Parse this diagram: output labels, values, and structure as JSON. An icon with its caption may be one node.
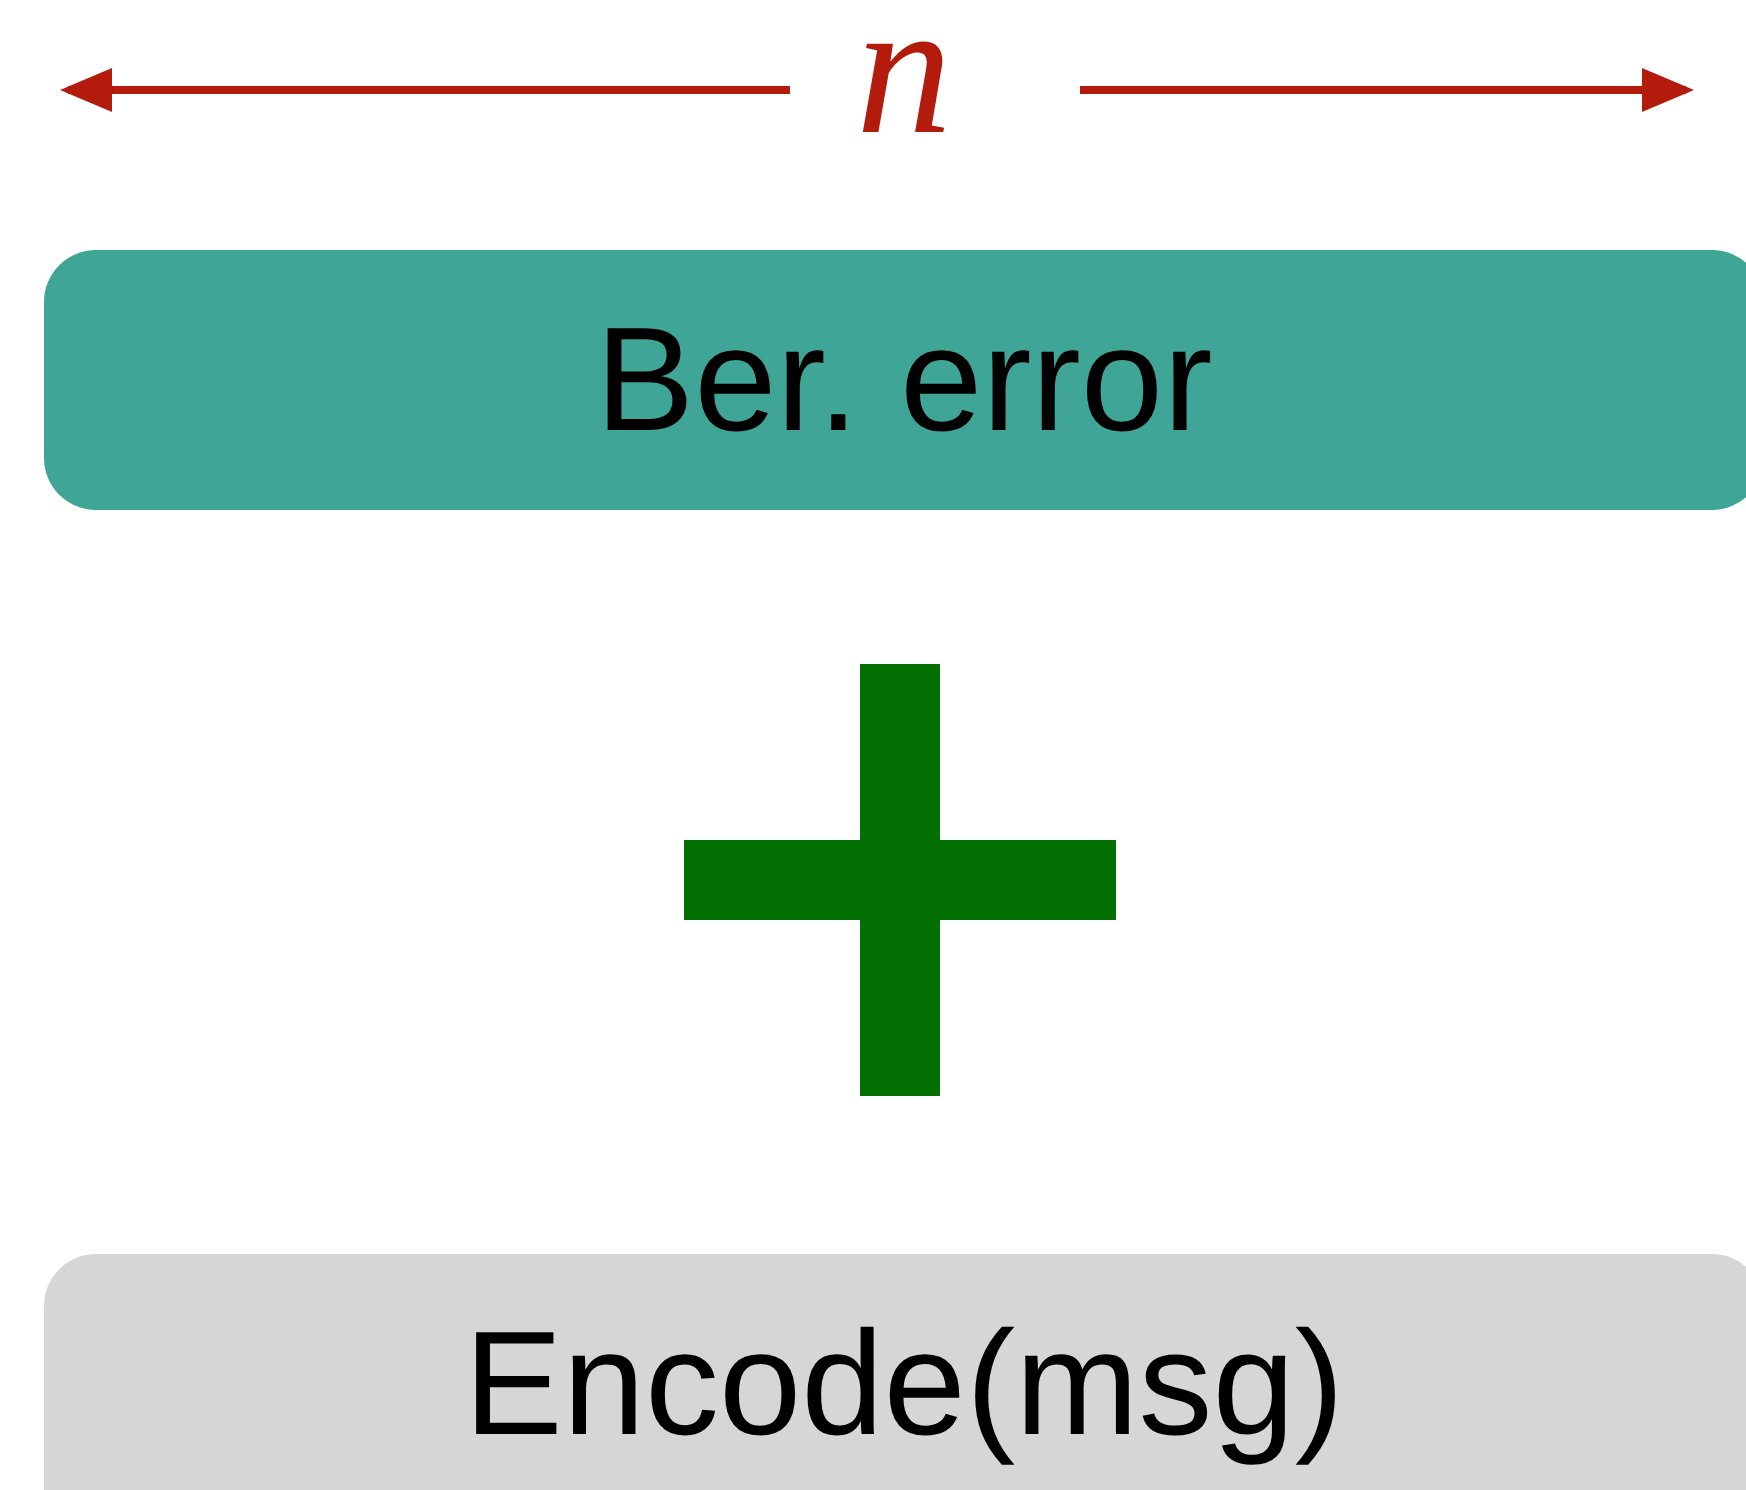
{
  "diagram": {
    "nodes": [
      {
        "text": [
          "Ber. error"
        ]
      },
      {
        "text": [
          "Encode(msg)"
        ]
      }
    ],
    "labels": [
      "n"
    ]
  }
}
